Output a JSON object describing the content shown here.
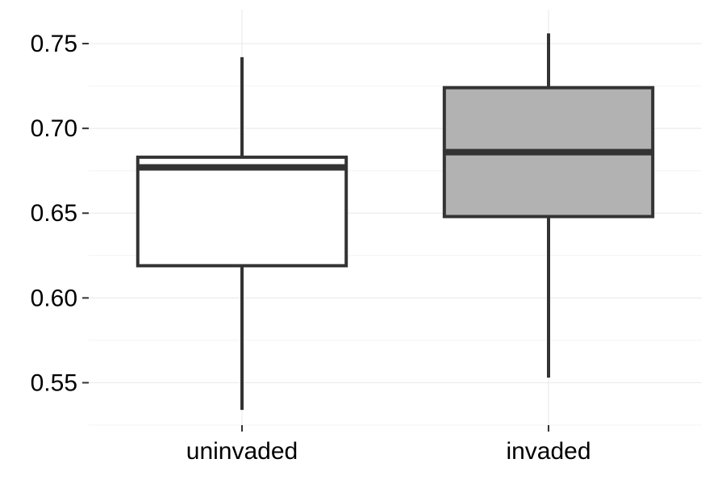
{
  "chart_data": {
    "type": "boxplot",
    "title": "",
    "xlabel": "",
    "ylabel": "",
    "categories": [
      "uninvaded",
      "invaded"
    ],
    "boxes": [
      {
        "category": "uninvaded",
        "min": 0.534,
        "q1": 0.619,
        "median": 0.677,
        "q3": 0.683,
        "max": 0.742,
        "fill": "#ffffff"
      },
      {
        "category": "invaded",
        "min": 0.553,
        "q1": 0.648,
        "median": 0.686,
        "q3": 0.724,
        "max": 0.756,
        "fill": "#b2b2b2"
      }
    ],
    "ylim": [
      0.525,
      0.77
    ],
    "yticks": [
      0.55,
      0.6,
      0.65,
      0.7,
      0.75
    ],
    "ytick_labels": [
      "0.55",
      "0.60",
      "0.65",
      "0.70",
      "0.75"
    ],
    "grid": true,
    "legend": "none",
    "colors": {
      "outline": "#333333",
      "grid": "#ebebeb"
    }
  }
}
